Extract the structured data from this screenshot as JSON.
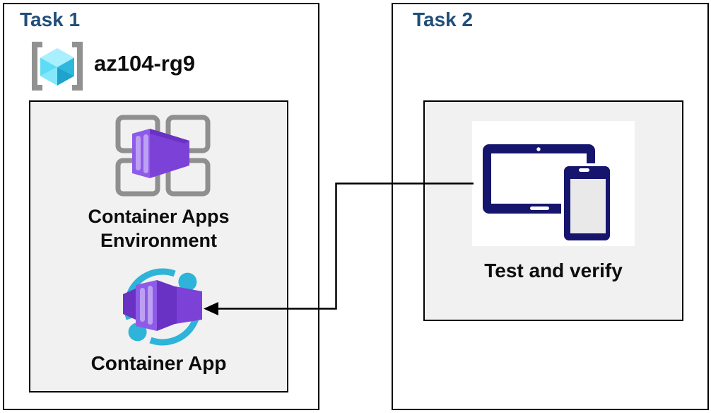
{
  "colors": {
    "title_navy": "#1F4E79",
    "line_black": "#000000",
    "panel_gray": "#F1F1F1",
    "text_black": "#0D0D0D",
    "bracket_gray": "#919191",
    "frame_gray": "#8F8F8F",
    "cube_top": "#A9F0FF",
    "cube_left": "#5FDCF5",
    "cube_left2": "#84E8FA",
    "cube_right": "#2EB8DE",
    "cube_right2": "#1FA3CC",
    "purple_front": "#8E5BE8",
    "purple_stripe": "#BCA0F2",
    "purple_right": "#7C42D8",
    "purple_dark": "#6932C4",
    "teal": "#2EB4D8",
    "device_navy": "#15156E",
    "screen_gray": "#E9E9E9"
  },
  "task1": {
    "title": "Task 1",
    "resource_group": {
      "name": "az104-rg9",
      "icon": "resource-group-icon"
    },
    "environment": {
      "label_line1": "Container Apps",
      "label_line2": "Environment",
      "icon": "container-apps-environment-icon"
    },
    "app": {
      "label": "Container App",
      "icon": "container-app-icon"
    }
  },
  "task2": {
    "title": "Task 2",
    "test": {
      "label": "Test and verify",
      "icon": "tablet-phone-devices-icon"
    }
  }
}
